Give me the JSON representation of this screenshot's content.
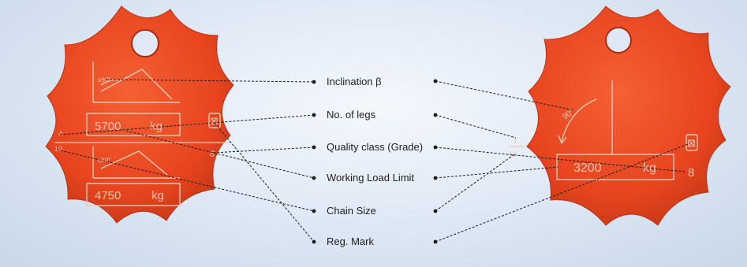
{
  "labels": {
    "inclination": "Inclination β",
    "legs": "No. of legs",
    "quality": "Quality class (Grade)",
    "wll": "Working Load Limit",
    "chain_size": "Chain Size",
    "reg_mark": "Reg. Mark"
  },
  "left_tag": {
    "wll_upper": "5700",
    "wll_upper_unit": "kg",
    "wll_lower": "4750",
    "wll_lower_unit": "kg",
    "legs_mark": "4",
    "chain_size": "10",
    "grade": "8",
    "reg_mark": "⊠"
  },
  "right_tag": {
    "wll": "3200",
    "wll_unit": "kg",
    "legs_mark": "1",
    "chain_size": "10",
    "grade": "8",
    "angle": "90°",
    "reg_mark": "⊠"
  },
  "colors": {
    "tag": "#ee4a22",
    "tag_dark": "#c23514",
    "etch": "#e9c9b4",
    "leader": "#1d1d1d"
  }
}
